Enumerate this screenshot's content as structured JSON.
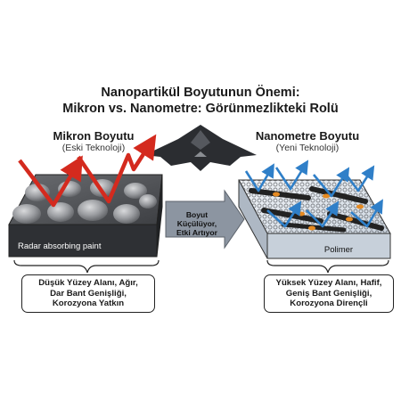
{
  "title": {
    "line1": "Nanopartikül Boyutunun Önemi:",
    "line2": "Mikron vs. Nanometre: Görünmezlikteki Rolü"
  },
  "left": {
    "heading": "Mikron Boyutu",
    "subheading": "(Eski Teknoloji)",
    "material_label": "Radar absorbing paint",
    "caption_lines": [
      "Düşük Yüzey Alanı, Ağır,",
      "Dar Bant Genişliği,",
      "Korozyona Yatkın"
    ],
    "block_color": "#4a4c50",
    "wave_color": "#d42a1e"
  },
  "center": {
    "arrow_text_lines": [
      "Boyut Küçülüyor,",
      "Etki Artıyor"
    ],
    "arrow_color": "#8c95a1",
    "aircraft_icon": "stealth-aircraft-icon"
  },
  "right": {
    "heading": "Nanometre Boyutu",
    "subheading": "(Yeni Teknoloji)",
    "material_label": "Polimer",
    "caption_lines": [
      "Yüksek Yüzey Alanı, Hafif,",
      "Geniş Bant Genişliği,",
      "Korozyona Dirençli"
    ],
    "block_color": "#dfe6ee",
    "wave_color": "#2f7fc8",
    "accent_color": "#e58a22"
  }
}
